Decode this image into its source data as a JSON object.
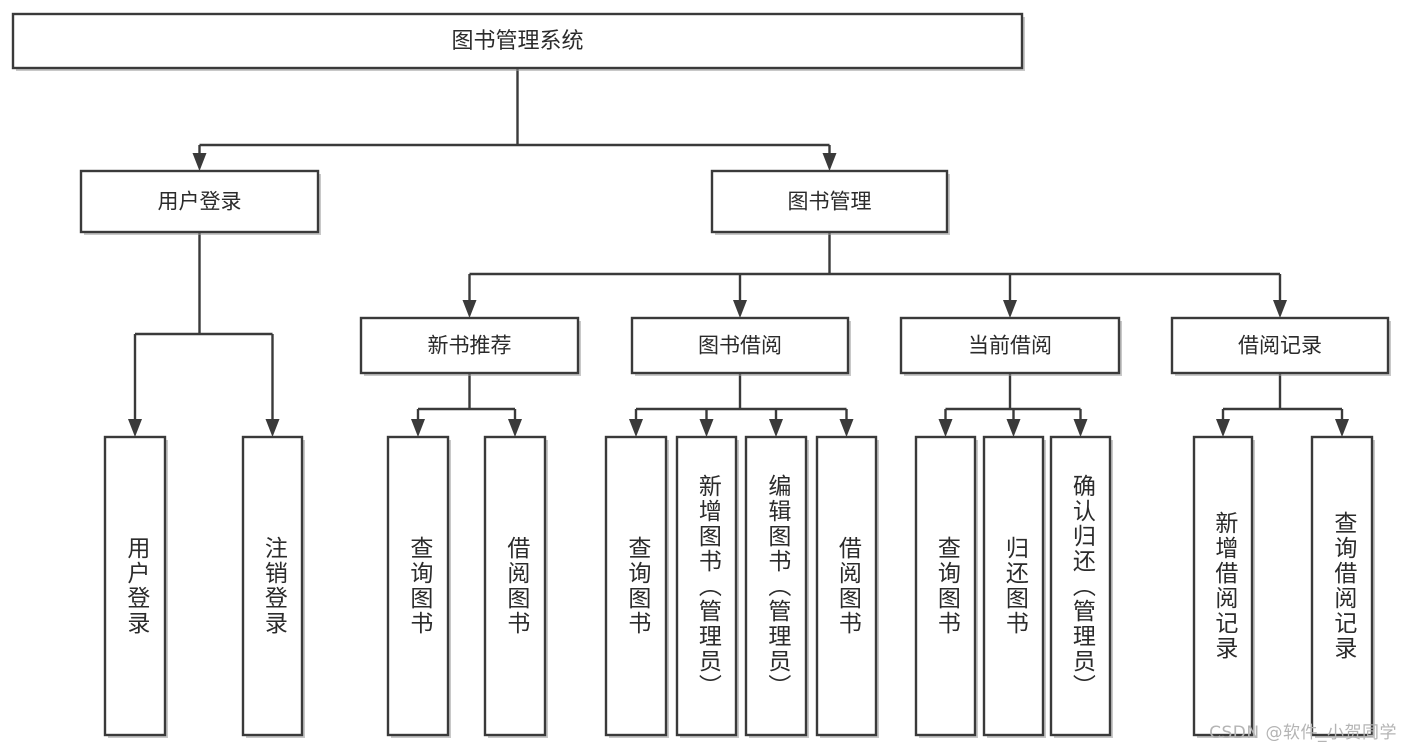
{
  "diagram": {
    "type": "tree",
    "title": "图书管理系统",
    "orientation": "top-down",
    "colors": {
      "stroke": "#3a3a3a",
      "fill": "#ffffff",
      "text": "#2b2b2b",
      "shadow": "#9a9a9a",
      "watermark": "#b4b4b4",
      "background": "#ffffff"
    },
    "root": {
      "id": "root",
      "label": "图书管理系统",
      "level": 1
    },
    "level2": [
      {
        "id": "user-login",
        "label": "用户登录",
        "level": 2
      },
      {
        "id": "book-management",
        "label": "图书管理",
        "level": 2
      }
    ],
    "level3": [
      {
        "id": "new-book-recommend",
        "label": "新书推荐",
        "level": 3,
        "parent": "book-management"
      },
      {
        "id": "book-borrow",
        "label": "图书借阅",
        "level": 3,
        "parent": "book-management"
      },
      {
        "id": "current-borrow",
        "label": "当前借阅",
        "level": 3,
        "parent": "book-management"
      },
      {
        "id": "borrow-record",
        "label": "借阅记录",
        "level": 3,
        "parent": "book-management"
      }
    ],
    "leaves": [
      {
        "id": "leaf-user-login",
        "label": "用户登录",
        "parent": "user-login"
      },
      {
        "id": "leaf-user-logout",
        "label": "注销登录",
        "parent": "user-login"
      },
      {
        "id": "leaf-query-book-new",
        "label": "查询图书",
        "parent": "new-book-recommend"
      },
      {
        "id": "leaf-borrow-book-new",
        "label": "借阅图书",
        "parent": "new-book-recommend"
      },
      {
        "id": "leaf-query-book-borrow",
        "label": "查询图书",
        "parent": "book-borrow"
      },
      {
        "id": "leaf-add-book",
        "label": "新增图书（管理员）",
        "parent": "book-borrow"
      },
      {
        "id": "leaf-edit-book",
        "label": "编辑图书（管理员）",
        "parent": "book-borrow"
      },
      {
        "id": "leaf-borrow-book",
        "label": "借阅图书",
        "parent": "book-borrow"
      },
      {
        "id": "leaf-query-book-current",
        "label": "查询图书",
        "parent": "current-borrow"
      },
      {
        "id": "leaf-return-book",
        "label": "归还图书",
        "parent": "current-borrow"
      },
      {
        "id": "leaf-confirm-return",
        "label": "确认归还（管理员）",
        "parent": "current-borrow"
      },
      {
        "id": "leaf-add-borrow-record",
        "label": "新增借阅记录",
        "parent": "borrow-record"
      },
      {
        "id": "leaf-query-borrow-record",
        "label": "查询借阅记录",
        "parent": "borrow-record"
      }
    ]
  },
  "watermark": {
    "text": "CSDN @软件_小贺同学"
  }
}
